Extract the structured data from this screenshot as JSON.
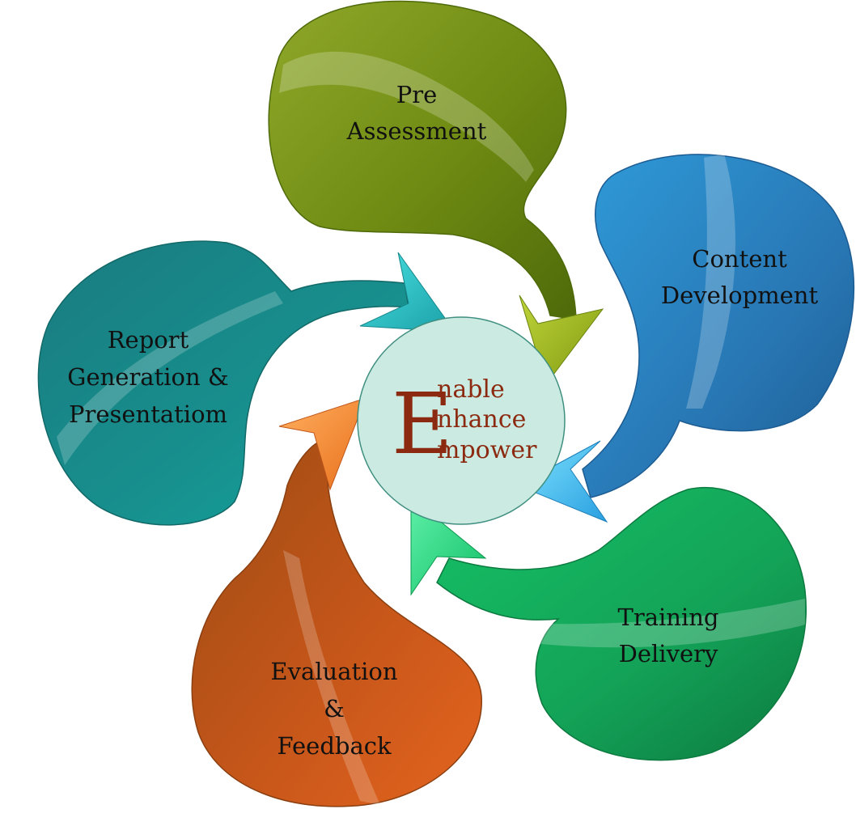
{
  "center": {
    "initial": "E",
    "lines": [
      "nable",
      "nhance",
      "mpower"
    ]
  },
  "stages": [
    {
      "id": "pre-assessment",
      "lines": [
        "Pre",
        "Assessment"
      ],
      "color": "#7a9416"
    },
    {
      "id": "content-development",
      "lines": [
        "Content",
        "Development"
      ],
      "color": "#2a7fbd"
    },
    {
      "id": "training-delivery",
      "lines": [
        "Training",
        "Delivery"
      ],
      "color": "#14a054"
    },
    {
      "id": "evaluation-feedback",
      "lines": [
        "Evaluation",
        "&",
        "Feedback"
      ],
      "color": "#c8561c"
    },
    {
      "id": "report-generation",
      "lines": [
        "Report",
        "Generation &",
        "Presentatiom"
      ],
      "color": "#178c8a"
    }
  ],
  "colors": {
    "center_fill": "#cbeae1",
    "center_text": "#8b2a10"
  }
}
